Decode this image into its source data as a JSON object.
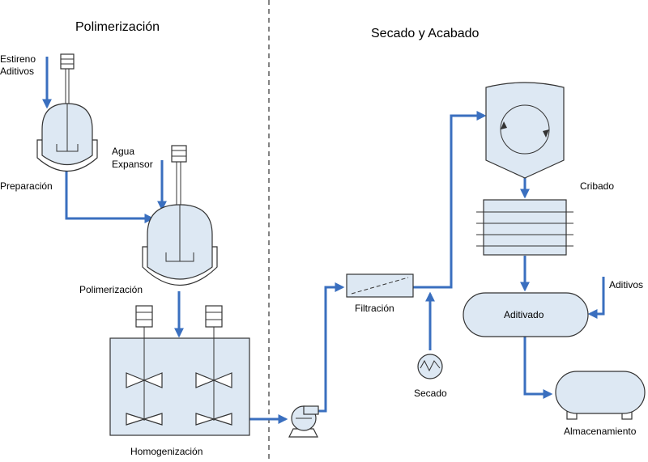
{
  "sections": {
    "left": "Polimerización",
    "right": "Secado y Acabado"
  },
  "labels": {
    "feed1_line1": "Estireno",
    "feed1_line2": "Aditivos",
    "feed2_line1": "Agua",
    "feed2_line2": "Expansor",
    "preparacion": "Preparación",
    "polimerizacion": "Polimerización",
    "homogenizacion": "Homogenización",
    "filtracion": "Filtración",
    "secado": "Secado",
    "cribado": "Cribado",
    "aditivos": "Aditivos",
    "aditivado": "Aditivado",
    "almacenamiento": "Almacenamiento"
  },
  "colors": {
    "flow": "#3a6fbf",
    "vessel_fill": "#dde8f3",
    "outline": "#333333"
  }
}
